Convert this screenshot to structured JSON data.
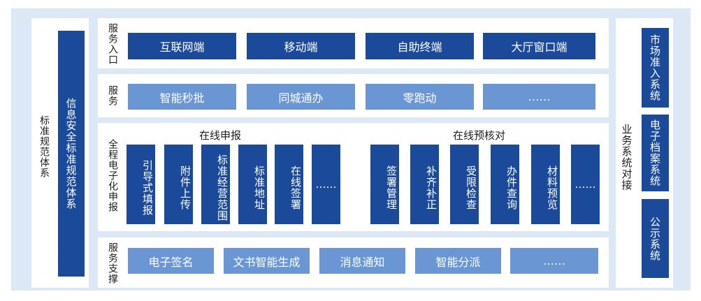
{
  "left": {
    "outer_label": "标准规范体系",
    "inner_label": "信息安全标准规范体系"
  },
  "right": {
    "outer_label": "业务系统对接",
    "systems": [
      "市场准入系统",
      "电子档案系统",
      "公示系统"
    ]
  },
  "rows": {
    "entry": {
      "label": "服务入口",
      "items": [
        "互联网端",
        "移动端",
        "自助终端",
        "大厅窗口端"
      ]
    },
    "service": {
      "label": "服务",
      "items": [
        "智能秒批",
        "同城通办",
        "零跑动",
        "……"
      ]
    },
    "process": {
      "label": "全程电子化申报",
      "groups": [
        {
          "title": "在线申报",
          "items": [
            "引导式填报",
            "附件上传",
            "标准经营范围",
            "标准地址",
            "在线签署",
            "……"
          ]
        },
        {
          "title": "在线预核对",
          "items": [
            "签署管理",
            "补齐补正",
            "受限检查",
            "办件查询",
            "材料预览",
            "……"
          ]
        }
      ]
    },
    "support": {
      "label": "服务支撑",
      "items": [
        "电子签名",
        "文书智能生成",
        "消息通知",
        "智能分派",
        "……"
      ]
    }
  },
  "colors": {
    "dark_blue": "#1b4a9a",
    "light_blue": "#6a97d3",
    "background": "#dce8f6"
  }
}
